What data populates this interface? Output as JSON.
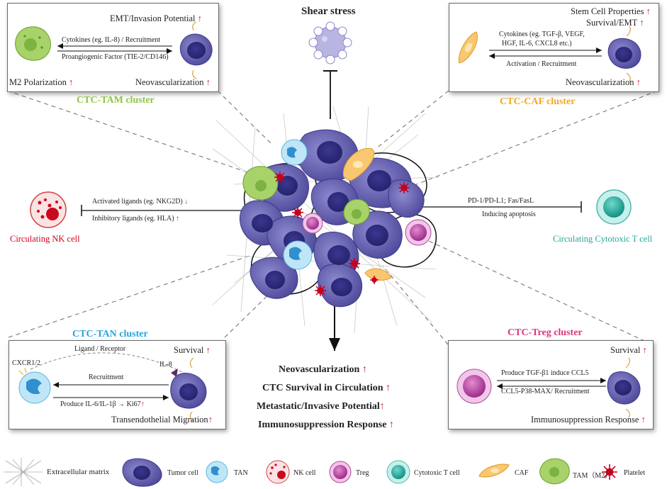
{
  "title": "Shear stress",
  "tam": {
    "cluster": "CTC-TAM cluster",
    "emt": "EMT/Invasion Potential",
    "cytokines": "Cytokines (eg. IL-8) / Recruitment",
    "proangio": "Proangiogenic Factor (TIE-2/CD146)",
    "m2": "M2 Polarization",
    "neovasc": "Neovascularization"
  },
  "caf": {
    "cluster": "CTC-CAF cluster",
    "stem": "Stem Cell Properties",
    "survival": "Survival/EMT",
    "cytokines1": "Cytokines (eg. TGF-β, VEGF,",
    "cytokines2": "HGF, IL-6, CXCL8 etc.)",
    "activation": "Activation / Recruitment",
    "neovasc": "Neovascularization"
  },
  "nk": {
    "label": "Circulating NK cell",
    "activated": "Activated ligands (eg. NKG2D)",
    "inhibitory": "Inhibitory ligands (eg. HLA)"
  },
  "tcell": {
    "label": "Circulating Cytotoxic T cell",
    "pd1": "PD-1/PD-L1; Fas/FasL",
    "apoptosis": "Inducing apoptosis"
  },
  "tan": {
    "cluster": "CTC-TAN cluster",
    "ligand": "Ligand / Receptor",
    "survival": "Survival",
    "cxcr": "CXCR1/2",
    "il8": "IL-8",
    "recruitment": "Recruitment",
    "produce": "Produce IL-6/IL-1β",
    "ki67": "Ki67",
    "migration": "Transendothelial Migration"
  },
  "treg": {
    "cluster": "CTC-Treg cluster",
    "survival": "Survival",
    "produce": "Produce TGF-β1 induce CCL5",
    "ccl5": "CCL5-P38-MAX/ Recruitment",
    "immuno": "Immunosuppression Response"
  },
  "outcomes": [
    "Neovascularization",
    "CTC Survival in Circulation",
    "Metastatic/Invasive Potential",
    "Immunosuppression Response"
  ],
  "legend": {
    "ecm": "Extracellular matrix",
    "tumor": "Tumor cell",
    "tan": "TAN",
    "nk": "NK cell",
    "treg": "Treg",
    "tcell": "Cytotoxic T cell",
    "caf": "CAF",
    "tam": "TAM（M2）",
    "platelet": "Platelet"
  },
  "colors": {
    "tam": "#8dc63f",
    "caf": "#f5a623",
    "tan": "#29a3dc",
    "treg": "#d9387e",
    "nk": "#d0021b",
    "tcell": "#26a69a",
    "up": "#c0141c",
    "down": "#2e7d32",
    "tumor": "#5a55a6"
  }
}
